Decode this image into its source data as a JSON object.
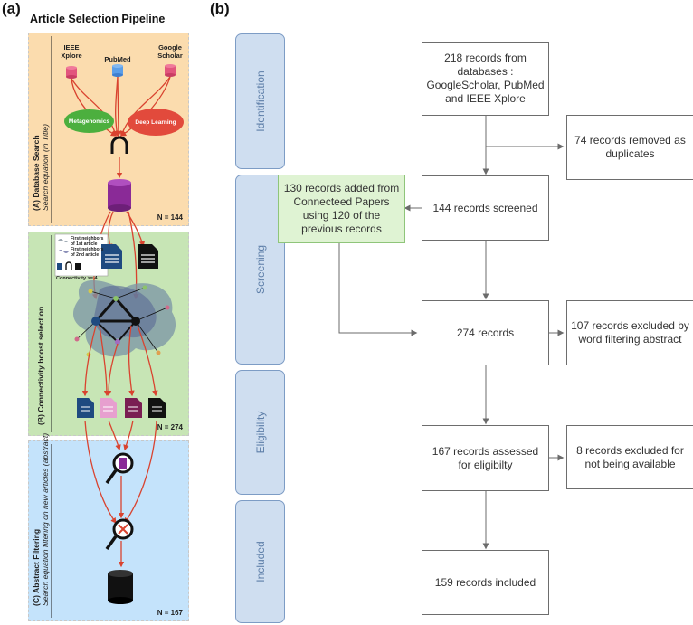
{
  "panel_a": {
    "letter": "(a)",
    "title": "Article Selection Pipeline",
    "section_a": {
      "title": "(A) Database Search",
      "subtitle": "Search equation (in Title)",
      "count": "N = 144"
    },
    "section_b": {
      "title": "(B) Connectivity boost selection",
      "count": "N = 274"
    },
    "section_c": {
      "title": "(C) Abstract Filtering",
      "subtitle": "Search equation filtering on new articles (abstract)",
      "count": "N = 167"
    },
    "sources": {
      "ieee": "IEEE Xplore",
      "pubmed": "PubMed",
      "google": "Google Scholar"
    },
    "keywords": {
      "meta": "Metagenomics",
      "dl": "Deep Learning"
    },
    "legend": {
      "first": "First neighbors of 1st article",
      "second": "First neighbors of 2nd article",
      "connectivity": "Connectivity >= 4"
    },
    "colors": {
      "section_a": "#fbdcae",
      "section_b": "#c7e5b5",
      "section_c": "#c4e3fb",
      "arrow": "#d9432f",
      "meta_oval": "#4caf3e",
      "dl_oval": "#e24a3c"
    }
  },
  "panel_b": {
    "letter": "(b)",
    "stages": [
      "Identification",
      "Screening",
      "Eligibility",
      "Included"
    ],
    "boxes": {
      "databases": "218 records from databases : GoogleScholar, PubMed and IEEE Xplore",
      "duplicates": "74 records removed as duplicates",
      "screened": "144 records screened",
      "connected": "130 records added from Connecteed Papers using 120 of the previous records",
      "records274": "274 records",
      "excluded_word": "107 records excluded by word filtering abstract",
      "assessed": "167 records assessed for eligibilty",
      "excluded_na": "8 records excluded for not being available",
      "included": "159 records included"
    }
  }
}
